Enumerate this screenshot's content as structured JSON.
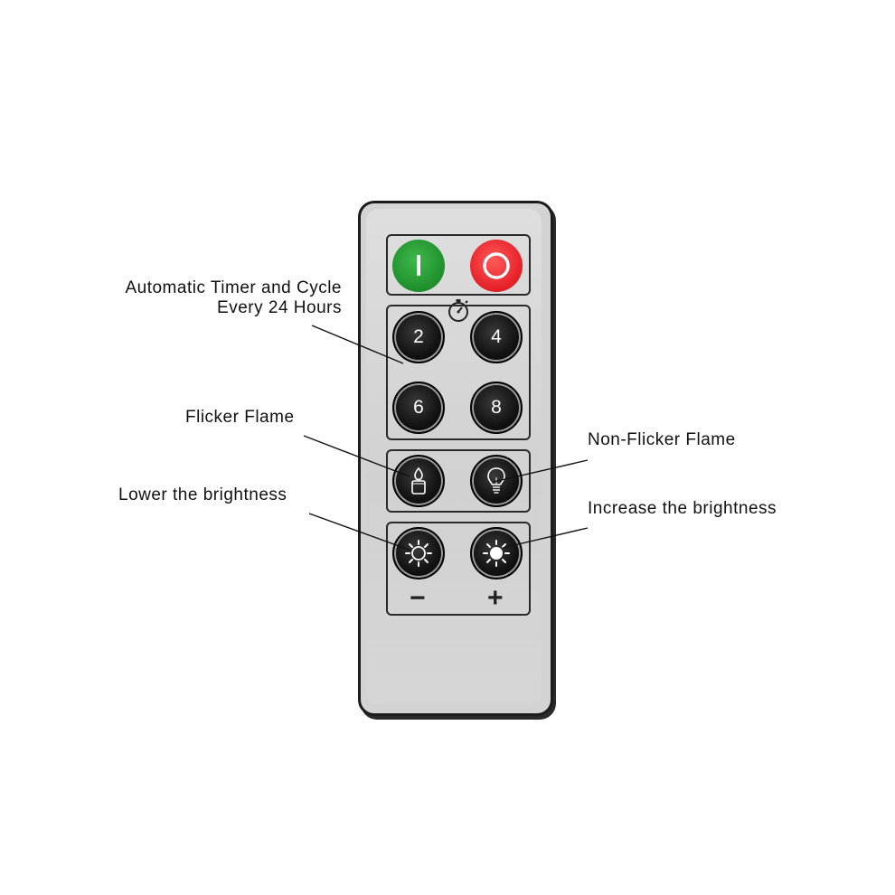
{
  "callouts": {
    "timer_line1": "Automatic Timer and Cycle",
    "timer_line2": "Every 24 Hours",
    "flicker": "Flicker Flame",
    "non_flicker": "Non-Flicker Flame",
    "lower": "Lower the brightness",
    "increase": "Increase the brightness"
  },
  "remote": {
    "power": {
      "on_icon": "power-on-bar-icon",
      "off_icon": "power-off-ring-icon",
      "on_color": "#1f9a2f",
      "off_color": "#e51e26"
    },
    "timer_icon": "stopwatch-icon",
    "timers": [
      "2",
      "4",
      "6",
      "8"
    ],
    "mode_icons": [
      "candle-flame-icon",
      "light-bulb-icon"
    ],
    "brightness_icons": [
      "sun-outline-icon",
      "sun-filled-icon"
    ],
    "minus": "−",
    "plus": "+"
  }
}
